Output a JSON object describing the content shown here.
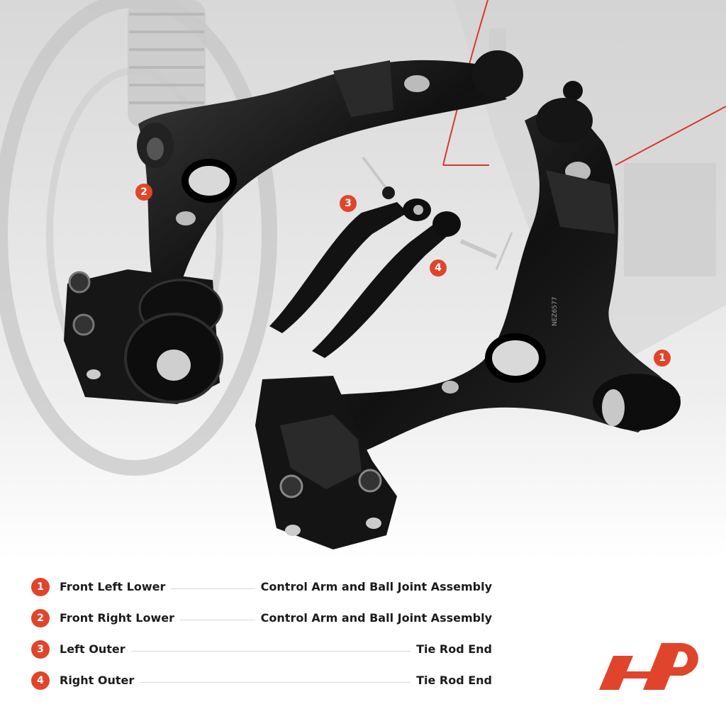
{
  "callouts": [
    {
      "num": "1"
    },
    {
      "num": "2"
    },
    {
      "num": "3"
    },
    {
      "num": "4"
    }
  ],
  "legend": [
    {
      "num": "1",
      "left": "Front Left Lower",
      "right": "Control Arm and Ball Joint Assembly"
    },
    {
      "num": "2",
      "left": "Front Right Lower",
      "right": "Control Arm and Ball Joint Assembly"
    },
    {
      "num": "3",
      "left": "Left Outer",
      "right": "Tie Rod End"
    },
    {
      "num": "4",
      "left": "Right Outer",
      "right": "Tie Rod End"
    }
  ],
  "stamp_text": "NEZ6577",
  "colors": {
    "accent": "#e0452b",
    "part": "#1a1a1a",
    "background": "#ffffff"
  }
}
